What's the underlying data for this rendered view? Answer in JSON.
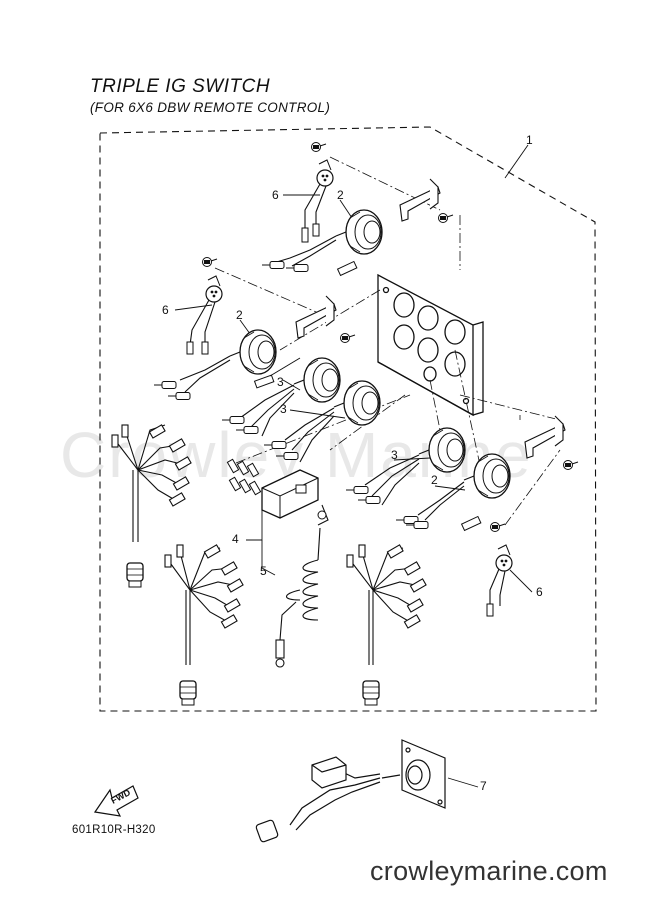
{
  "header": {
    "title": "TRIPLE IG SWITCH",
    "subtitle": "(FOR 6X6 DBW REMOTE CONTROL)"
  },
  "watermark": "Crowley Marine",
  "footer": {
    "part_code": "601R10R-H320",
    "website": "crowleymarine.com",
    "fwd_label": "FWD"
  },
  "callouts": {
    "c1": "1",
    "c2a": "2",
    "c2b": "2",
    "c2c": "2",
    "c3a": "3",
    "c3b": "3",
    "c3c": "3",
    "c4": "4",
    "c5": "5",
    "c6a": "6",
    "c6b": "6",
    "c6c": "6",
    "c7": "7"
  }
}
